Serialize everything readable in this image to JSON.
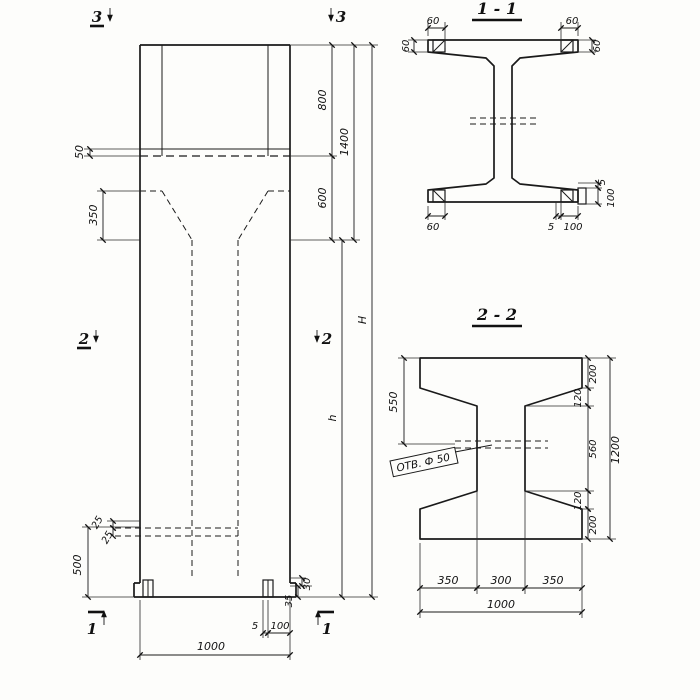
{
  "drawing": {
    "background": "#fdfdfb",
    "ink": "#1a1a1a",
    "elevation": {
      "markers": {
        "top_left": "3",
        "top_right": "3",
        "mid_left": "2",
        "mid_right": "2",
        "bot_left": "1",
        "bot_right": "1"
      },
      "dims": {
        "d50": "50",
        "d350": "350",
        "d25a": "25",
        "d25b": "25",
        "d500": "500",
        "d800": "800",
        "d600": "600",
        "d1400": "1400",
        "dH": "H",
        "dh": "h",
        "d1000": "1000",
        "d5": "5",
        "d100": "100",
        "d30": "30",
        "d35": "35"
      }
    },
    "section11": {
      "title": "1 - 1",
      "dims": {
        "top60l": "60",
        "top60r": "60",
        "left60": "60",
        "right60": "60",
        "bot60": "60",
        "bot5": "5",
        "bot100": "100",
        "right5": "5",
        "right100": "100"
      }
    },
    "section22": {
      "title": "2 - 2",
      "hole_label": "ОТВ. Ф 50",
      "dims": {
        "l550": "550",
        "r200t": "200",
        "r120t": "120",
        "r560": "560",
        "r120b": "120",
        "r200b": "200",
        "r1200": "1200",
        "b350l": "350",
        "b300": "300",
        "b350r": "350",
        "b1000": "1000"
      }
    }
  }
}
